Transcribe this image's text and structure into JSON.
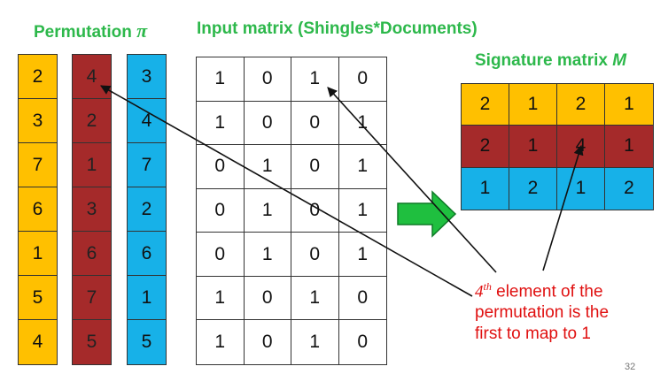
{
  "titles": {
    "permutation": "Permutation",
    "permutation_symbol": "π",
    "input_matrix": "Input matrix (Shingles*Documents)",
    "signature": "Signature matrix",
    "signature_symbol": "M"
  },
  "permutations": [
    {
      "color": "#ffc000",
      "values": [
        "2",
        "3",
        "7",
        "6",
        "1",
        "5",
        "4"
      ]
    },
    {
      "color": "#a52a2a",
      "values": [
        "4",
        "2",
        "1",
        "3",
        "6",
        "7",
        "5"
      ]
    },
    {
      "color": "#17b1e8",
      "values": [
        "3",
        "4",
        "7",
        "2",
        "6",
        "1",
        "5"
      ]
    }
  ],
  "input_matrix": [
    [
      "1",
      "0",
      "1",
      "0"
    ],
    [
      "1",
      "0",
      "0",
      "1"
    ],
    [
      "0",
      "1",
      "0",
      "1"
    ],
    [
      "0",
      "1",
      "0",
      "1"
    ],
    [
      "0",
      "1",
      "0",
      "1"
    ],
    [
      "1",
      "0",
      "1",
      "0"
    ],
    [
      "1",
      "0",
      "1",
      "0"
    ]
  ],
  "signature_matrix": [
    [
      "2",
      "1",
      "2",
      "1"
    ],
    [
      "2",
      "1",
      "4",
      "1"
    ],
    [
      "1",
      "2",
      "1",
      "2"
    ]
  ],
  "annotation": {
    "ordinal": "4",
    "superscript": "th",
    "line1_rest": " element of the",
    "line2": "permutation is the",
    "line3": "first to map to 1"
  },
  "page_number": "32",
  "colors": {
    "title_green": "#2db84b",
    "annotation_red": "#e01010",
    "arrow_green": "#1fbf3f"
  }
}
